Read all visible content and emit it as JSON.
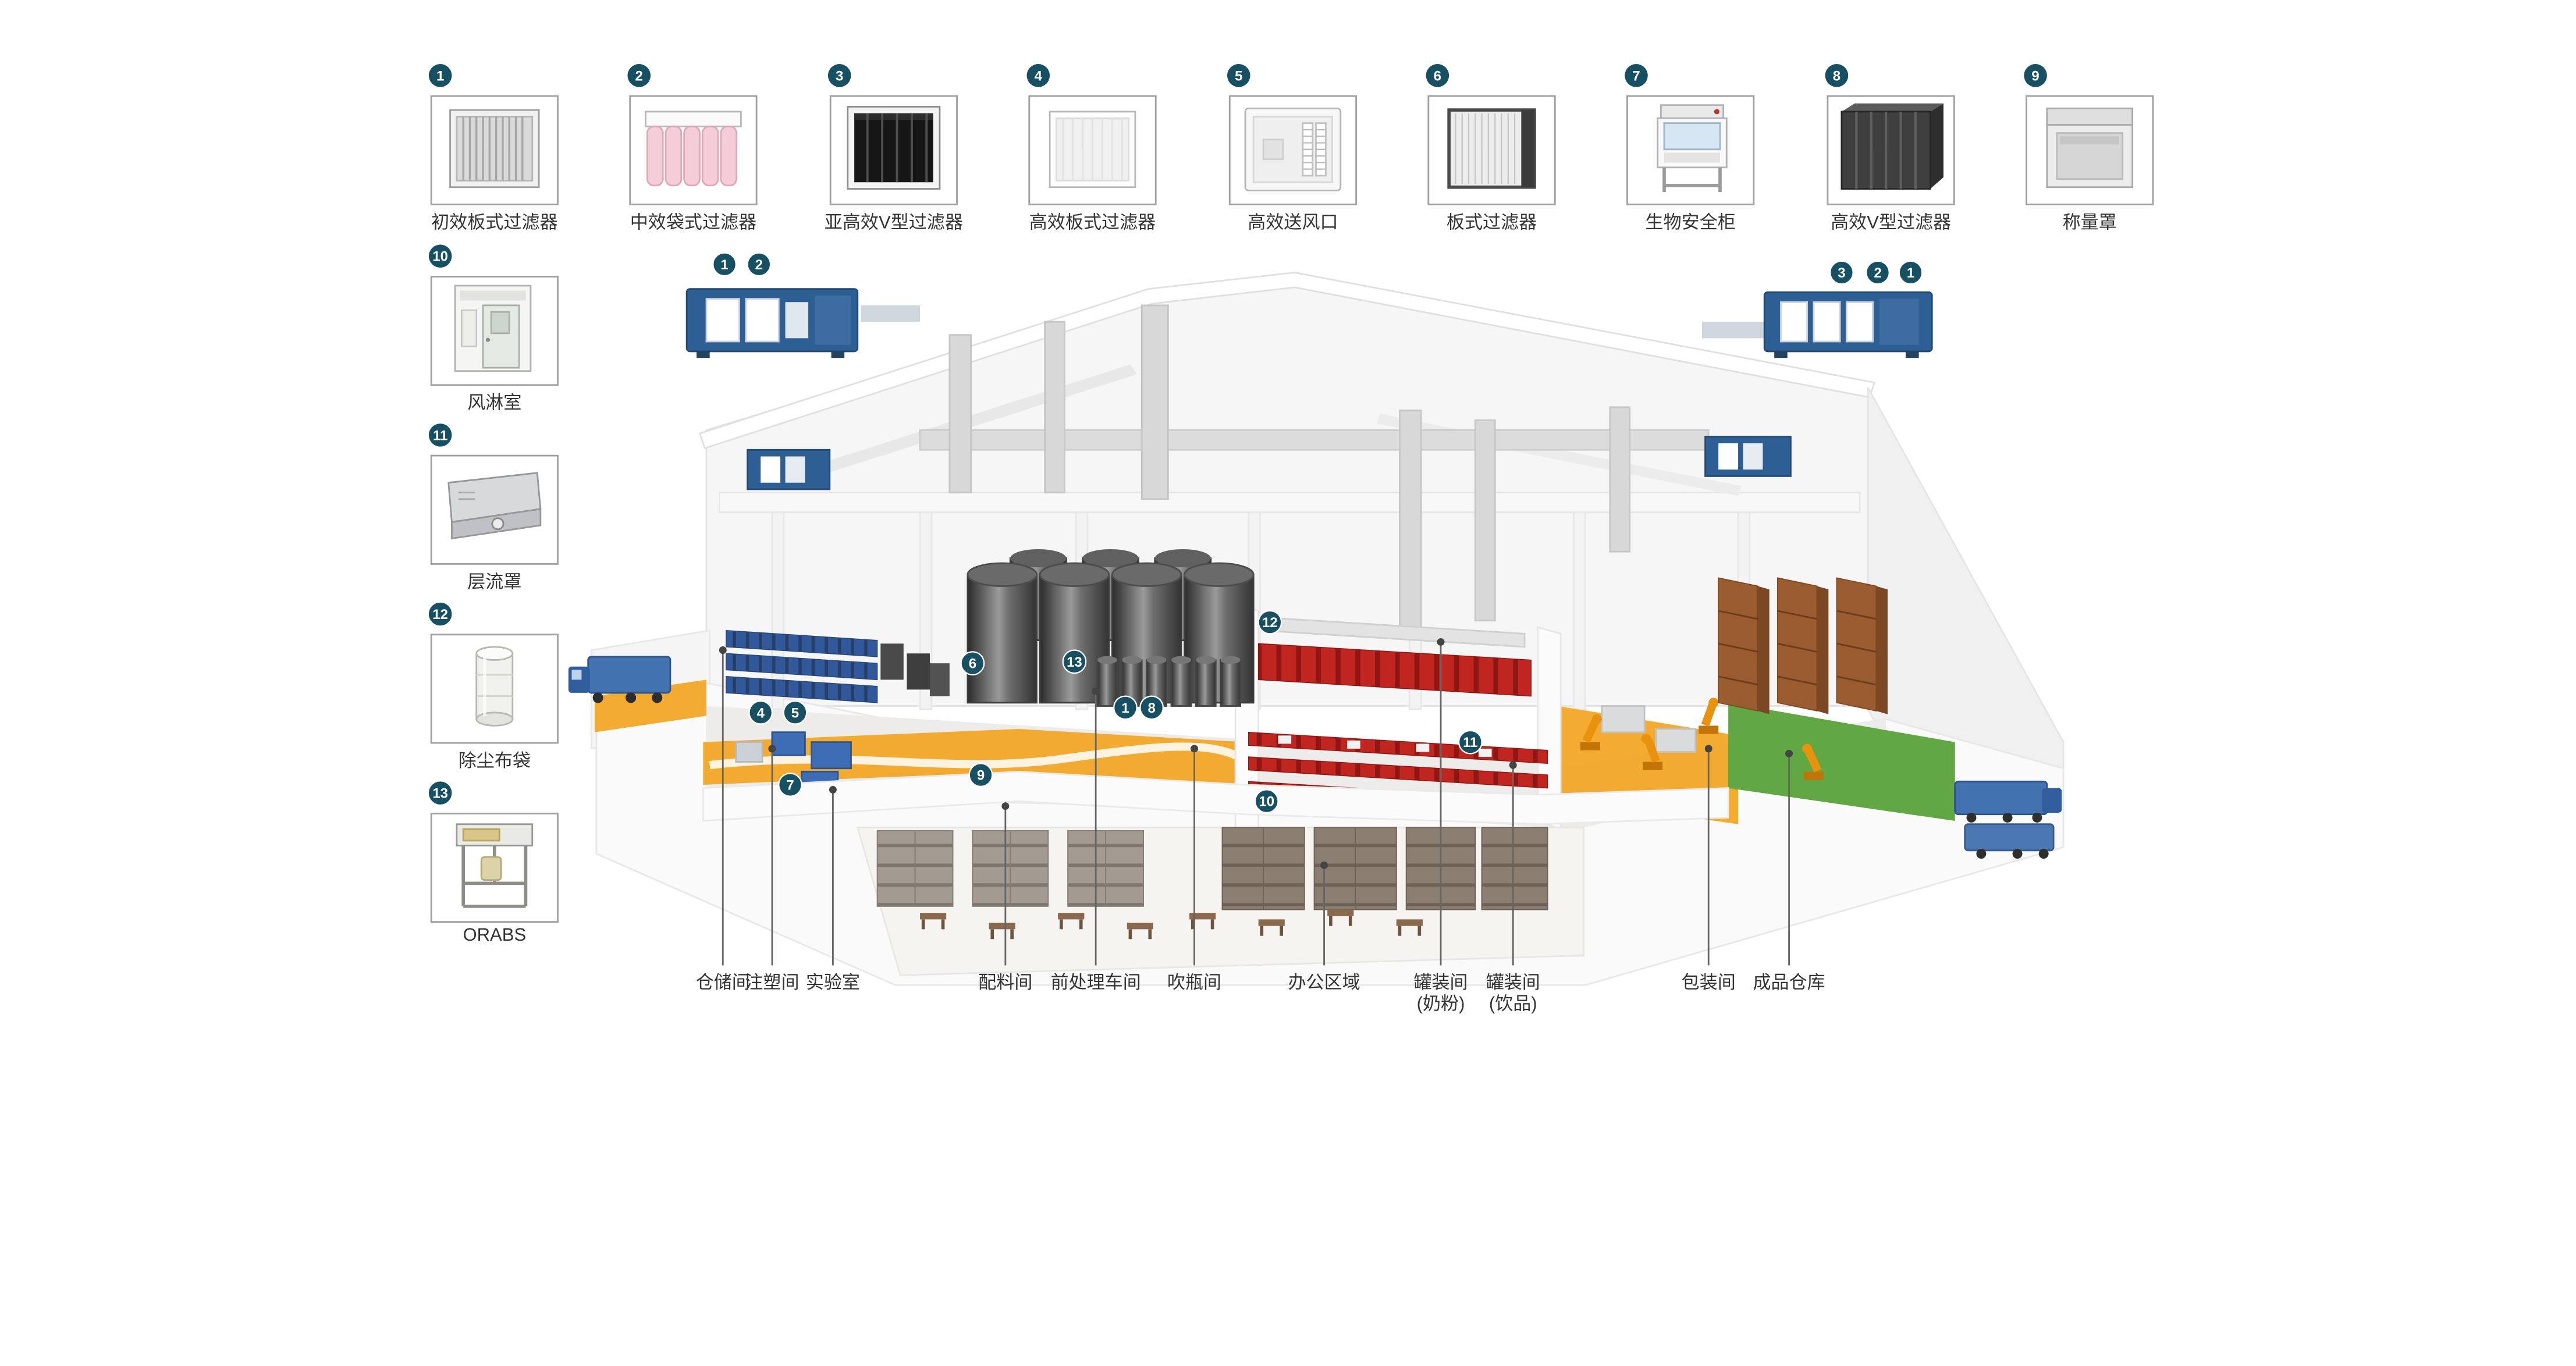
{
  "colors": {
    "badge": "#174f63",
    "ahu_blue": "#2e5f94",
    "orange": "#f2a51f",
    "green": "#61a744",
    "red": "#c0251f",
    "rack_brown": "#9a5b2e",
    "truck_blue": "#4272b0"
  },
  "products_top": [
    {
      "num": "1",
      "label": "初效板式过滤器"
    },
    {
      "num": "2",
      "label": "中效袋式过滤器"
    },
    {
      "num": "3",
      "label": "亚高效V型过滤器"
    },
    {
      "num": "4",
      "label": "高效板式过滤器"
    },
    {
      "num": "5",
      "label": "高效送风口"
    },
    {
      "num": "6",
      "label": "板式过滤器"
    },
    {
      "num": "7",
      "label": "生物安全柜"
    },
    {
      "num": "8",
      "label": "高效V型过滤器"
    },
    {
      "num": "9",
      "label": "称量罩"
    }
  ],
  "products_left": [
    {
      "num": "10",
      "label": "风淋室"
    },
    {
      "num": "11",
      "label": "层流罩"
    },
    {
      "num": "12",
      "label": "除尘布袋"
    },
    {
      "num": "13",
      "label": "ORABS"
    }
  ],
  "factory_badges": [
    {
      "n": "1"
    },
    {
      "n": "2"
    },
    {
      "n": "3"
    },
    {
      "n": "2"
    },
    {
      "n": "1"
    },
    {
      "n": "6"
    },
    {
      "n": "13"
    },
    {
      "n": "4"
    },
    {
      "n": "5"
    },
    {
      "n": "1"
    },
    {
      "n": "8"
    },
    {
      "n": "7"
    },
    {
      "n": "9"
    },
    {
      "n": "12"
    },
    {
      "n": "10"
    },
    {
      "n": "11"
    }
  ],
  "rooms": [
    {
      "label": "仓储间",
      "sub": ""
    },
    {
      "label": "注塑间",
      "sub": ""
    },
    {
      "label": "实验室",
      "sub": ""
    },
    {
      "label": "配料间",
      "sub": ""
    },
    {
      "label": "前处理车间",
      "sub": ""
    },
    {
      "label": "吹瓶间",
      "sub": ""
    },
    {
      "label": "办公区域",
      "sub": ""
    },
    {
      "label": "罐装间",
      "sub": "(奶粉)"
    },
    {
      "label": "罐装间",
      "sub": "(饮品)"
    },
    {
      "label": "包装间",
      "sub": ""
    },
    {
      "label": "成品仓库",
      "sub": ""
    }
  ]
}
